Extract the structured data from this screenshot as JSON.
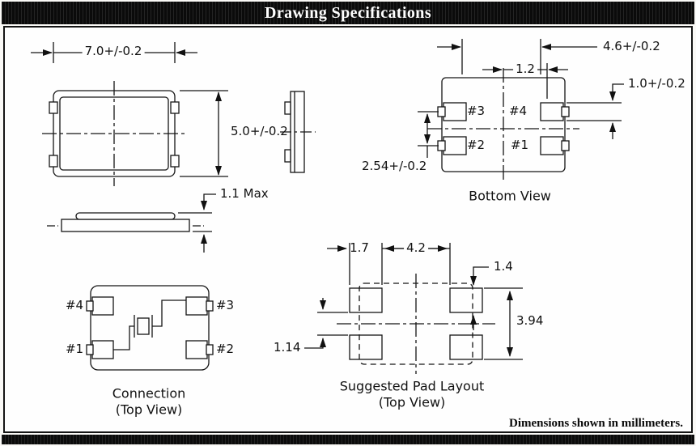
{
  "header": {
    "title": "Drawing Specifications"
  },
  "footer": {
    "note": "Dimensions shown in millimeters."
  },
  "top_view": {
    "width_dim": "7.0+/-0.2",
    "height_dim": "5.0+/-0.2"
  },
  "side_view": {
    "height_dim": "1.1 Max"
  },
  "bottom_view": {
    "label": "Bottom View",
    "width_dim": "4.6+/-0.2",
    "pad_offset_dim": "1.2",
    "pad_width_dim": "1.0+/-0.2",
    "pad_pitch_dim": "2.54+/-0.2",
    "pads": {
      "p3": "#3",
      "p4": "#4",
      "p2": "#2",
      "p1": "#1"
    }
  },
  "connection_view": {
    "label_line1": "Connection",
    "label_line2": "(Top View)",
    "pads": {
      "p4": "#4",
      "p3": "#3",
      "p1": "#1",
      "p2": "#2"
    }
  },
  "pad_layout": {
    "label_line1": "Suggested Pad Layout",
    "label_line2": "(Top View)",
    "pad_width_dim": "1.7",
    "pad_span_dim": "4.2",
    "pad_height_dim": "1.4",
    "vertical_span_dim": "3.94",
    "row_gap_dim": "1.14"
  },
  "colors": {
    "ink": "#111111",
    "paper": "#fefefe",
    "bar": "#0b0b0b"
  }
}
